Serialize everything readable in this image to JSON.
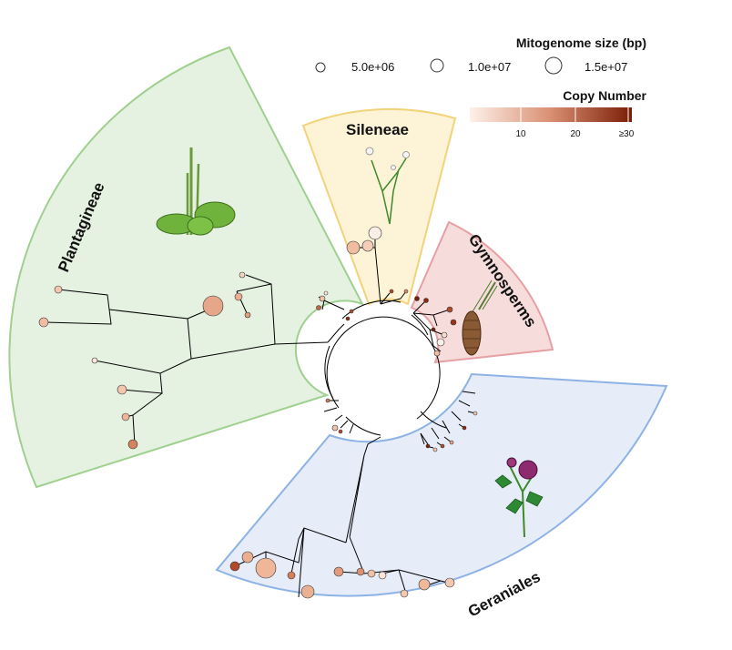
{
  "clades": [
    {
      "id": "plantagineae",
      "label": "Plantagineae",
      "fill": "#e6f2e1",
      "stroke": "#9fd08f"
    },
    {
      "id": "sileneae",
      "label": "Sileneae",
      "fill": "#fdf3d6",
      "stroke": "#f2d37a"
    },
    {
      "id": "gymnosperms",
      "label": "Gymnosperms",
      "fill": "#f7dcdc",
      "stroke": "#e6a0a3"
    },
    {
      "id": "geraniales",
      "label": "Geraniales",
      "fill": "#e6ecf8",
      "stroke": "#8db2e6"
    }
  ],
  "size_legend": {
    "title": "Mitogenome size (bp)",
    "entries": [
      {
        "label": "5.0e+06",
        "value": 5000000
      },
      {
        "label": "1.0e+07",
        "value": 10000000
      },
      {
        "label": "1.5e+07",
        "value": 15000000
      }
    ]
  },
  "color_legend": {
    "title": "Copy Number",
    "min_color": "#fbe9df",
    "max_color": "#7a1e06",
    "ticks": [
      {
        "label": "10",
        "value": 10
      },
      {
        "label": "20",
        "value": 20
      },
      {
        "label": "≥30",
        "value": 30
      }
    ]
  },
  "icons": [
    {
      "name": "plantago-plant-icon"
    },
    {
      "name": "silene-plant-icon"
    },
    {
      "name": "conifer-cone-icon"
    },
    {
      "name": "geranium-flower-icon"
    }
  ],
  "tree_color": "#000000"
}
